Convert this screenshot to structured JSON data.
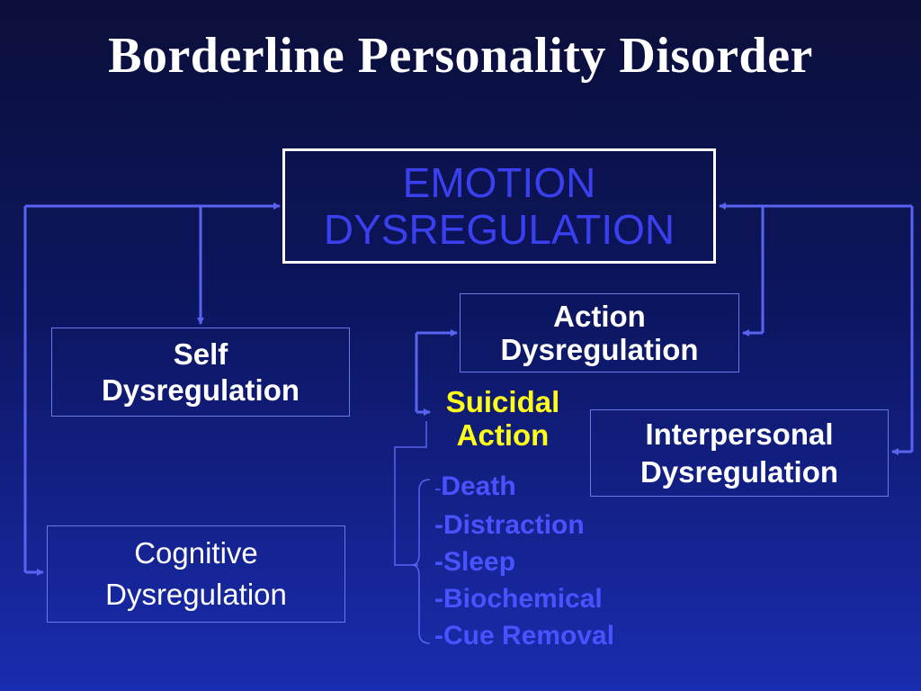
{
  "title": "Borderline Personality Disorder",
  "boxes": {
    "emotion": {
      "line1": "EMOTION",
      "line2": "DYSREGULATION"
    },
    "action": {
      "line1": "Action",
      "line2": "Dysregulation"
    },
    "self": {
      "line1": "Self",
      "line2": "Dysregulation"
    },
    "interpersonal": {
      "line1": "Interpersonal",
      "line2": "Dysregulation"
    },
    "cognitive": {
      "line1": "Cognitive",
      "line2": "Dysregulation"
    }
  },
  "suicidal_action": {
    "line1": "Suicidal",
    "line2": "Action"
  },
  "methods": [
    {
      "prefix": "-",
      "text": "Death"
    },
    {
      "prefix": "-",
      "text": "Distraction"
    },
    {
      "prefix": "-",
      "text": "Sleep"
    },
    {
      "prefix": "-",
      "text": "Biochemical"
    },
    {
      "prefix": "-",
      "text": "Cue Removal"
    }
  ],
  "colors": {
    "background_top": "#0b0f3a",
    "background_bottom": "#1a2cb0",
    "title": "#ffffff",
    "emotion_text": "#3a3ff0",
    "suicidal_text": "#ffff1a",
    "methods_text": "#4a52ff",
    "connector": "#5a63f0"
  }
}
